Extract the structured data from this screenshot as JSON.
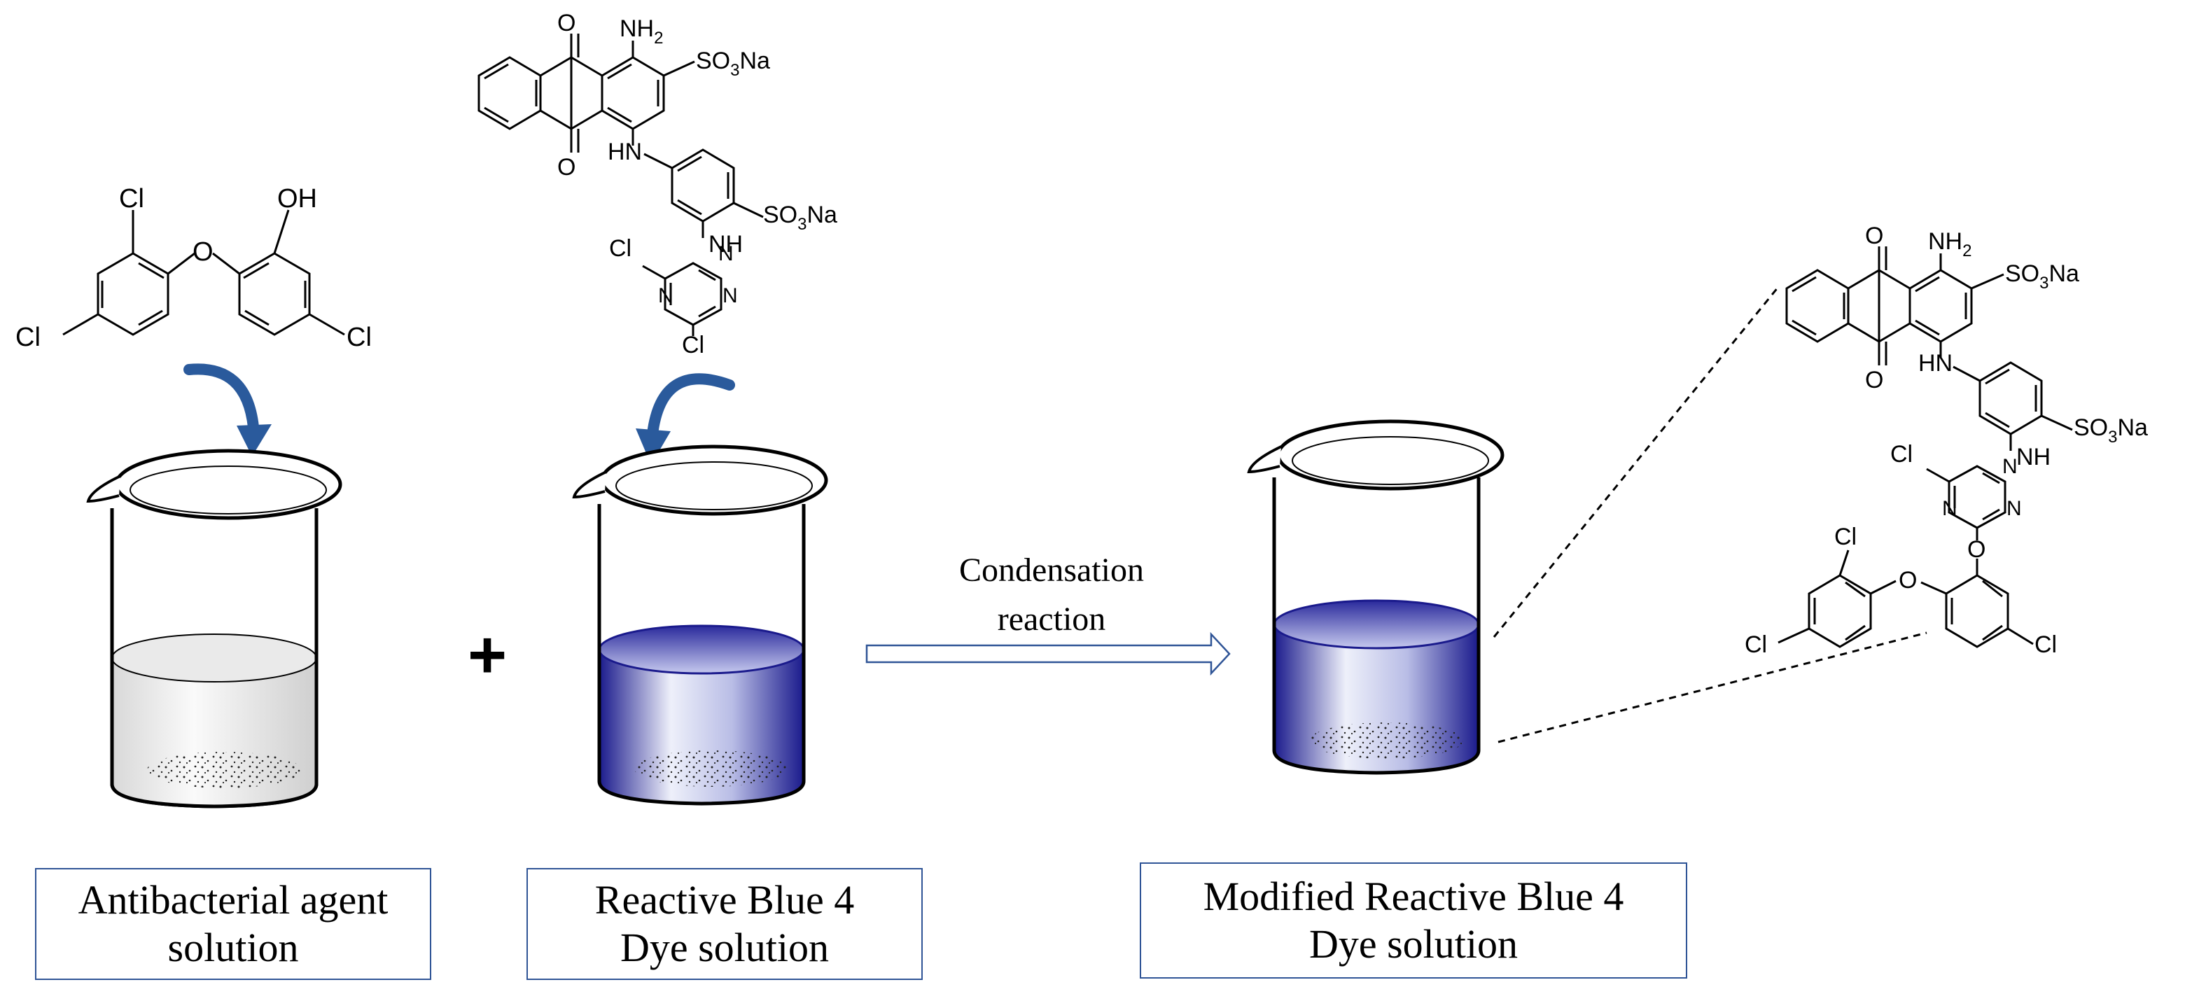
{
  "labels": {
    "box1_line1": "Antibacterial agent",
    "box1_line2": "solution",
    "box2_line1": "Reactive Blue 4",
    "box2_line2": "Dye solution",
    "box3_line1": "Modified Reactive Blue 4",
    "box3_line2": "Dye solution",
    "plus": "+",
    "reaction_line1": "Condensation",
    "reaction_line2": "reaction"
  },
  "atoms": {
    "Cl": "Cl",
    "OH": "OH",
    "O": "O",
    "NH2": "NH",
    "NH2_sub": "2",
    "SO3Na_a": "SO",
    "SO3Na_sub": "3",
    "SO3Na_b": "Na",
    "HN": "HN",
    "NH": "NH",
    "N": "N"
  },
  "colors": {
    "accent_blue": "#2F5496",
    "dye_dark": "#1a1a8c",
    "arrow_blue": "#2a5a9c"
  }
}
